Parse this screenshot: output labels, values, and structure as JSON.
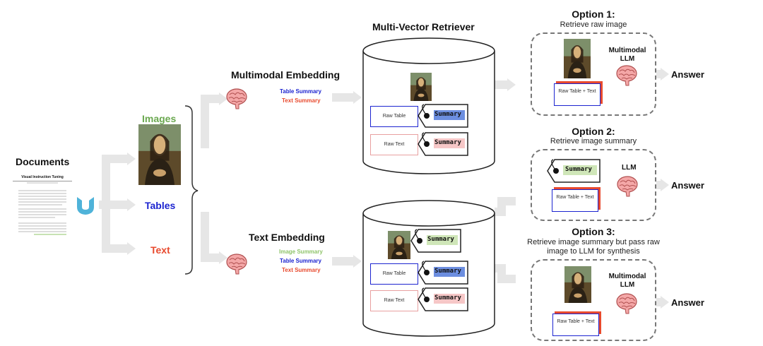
{
  "documents": {
    "title": "Documents",
    "paper_title": "Visual Instruction Tuning",
    "items": [
      {
        "label": "Images",
        "color": "#6aa84f"
      },
      {
        "label": "Tables",
        "color": "#1c24d0"
      },
      {
        "label": "Text",
        "color": "#e84a2e"
      }
    ]
  },
  "multimodal_embedding": {
    "title": "Multimodal Embedding",
    "labels": [
      {
        "text": "Table Summary",
        "color": "#1c24d0"
      },
      {
        "text": "Text Summary",
        "color": "#e84a2e"
      }
    ]
  },
  "text_embedding": {
    "title": "Text Embedding",
    "labels": [
      {
        "text": "Image Summary",
        "color": "#8fc46a"
      },
      {
        "text": "Table Summary",
        "color": "#1c24d0"
      },
      {
        "text": "Text Summary",
        "color": "#e84a2e"
      }
    ]
  },
  "retriever": {
    "title": "Multi-Vector Retriever",
    "raw_table": "Raw Table",
    "raw_text": "Raw Text",
    "summary": "Summary"
  },
  "options": [
    {
      "title": "Option 1:",
      "subtitle": "Retrieve raw image",
      "model": "Multimodal LLM",
      "raw_box": "Raw Table + Text",
      "answer": "Answer"
    },
    {
      "title": "Option 2:",
      "subtitle": "Retrieve image summary",
      "model": "LLM",
      "raw_box": "Raw Table + Text",
      "tag": "Summary",
      "answer": "Answer"
    },
    {
      "title": "Option 3:",
      "subtitle": "Retrieve image summary but pass raw image to LLM for synthesis",
      "model": "Multimodal LLM",
      "raw_box": "Raw Table + Text",
      "answer": "Answer"
    }
  ],
  "colors": {
    "blue": "#1c24d0",
    "red": "#e84a2e",
    "green": "#8fc46a",
    "arrow": "#e4e4e4",
    "brain": "#e88a8a",
    "logo": "#4fb3d9"
  }
}
